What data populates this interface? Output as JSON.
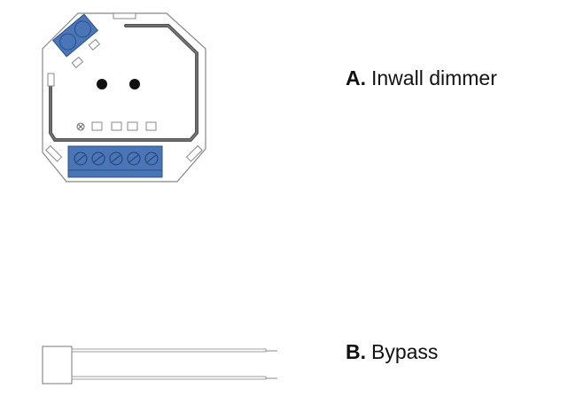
{
  "items": [
    {
      "letter": "A.",
      "name": "Inwall dimmer"
    },
    {
      "letter": "B.",
      "name": "Bypass"
    }
  ],
  "colors": {
    "terminal_blue": "#4a76b8",
    "outline": "#777777",
    "track": "#555555"
  }
}
